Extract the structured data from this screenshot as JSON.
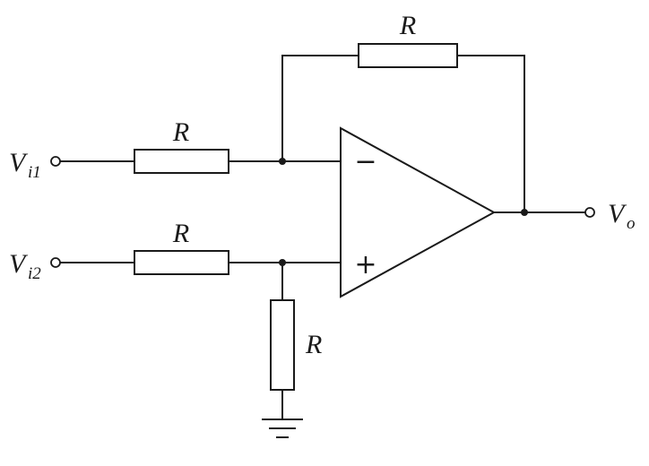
{
  "diagram": {
    "type": "circuit-schematic",
    "colors": {
      "line": "#1a1a1a",
      "background": "#ffffff"
    },
    "labels": {
      "input1": {
        "base": "V",
        "sub": "i1"
      },
      "input2": {
        "base": "V",
        "sub": "i2"
      },
      "output": {
        "base": "V",
        "sub": "o"
      },
      "resistor_feedback": "R",
      "resistor_input1": "R",
      "resistor_input2": "R",
      "resistor_ground": "R",
      "opamp_inverting": "−",
      "opamp_noninverting": "+"
    }
  }
}
